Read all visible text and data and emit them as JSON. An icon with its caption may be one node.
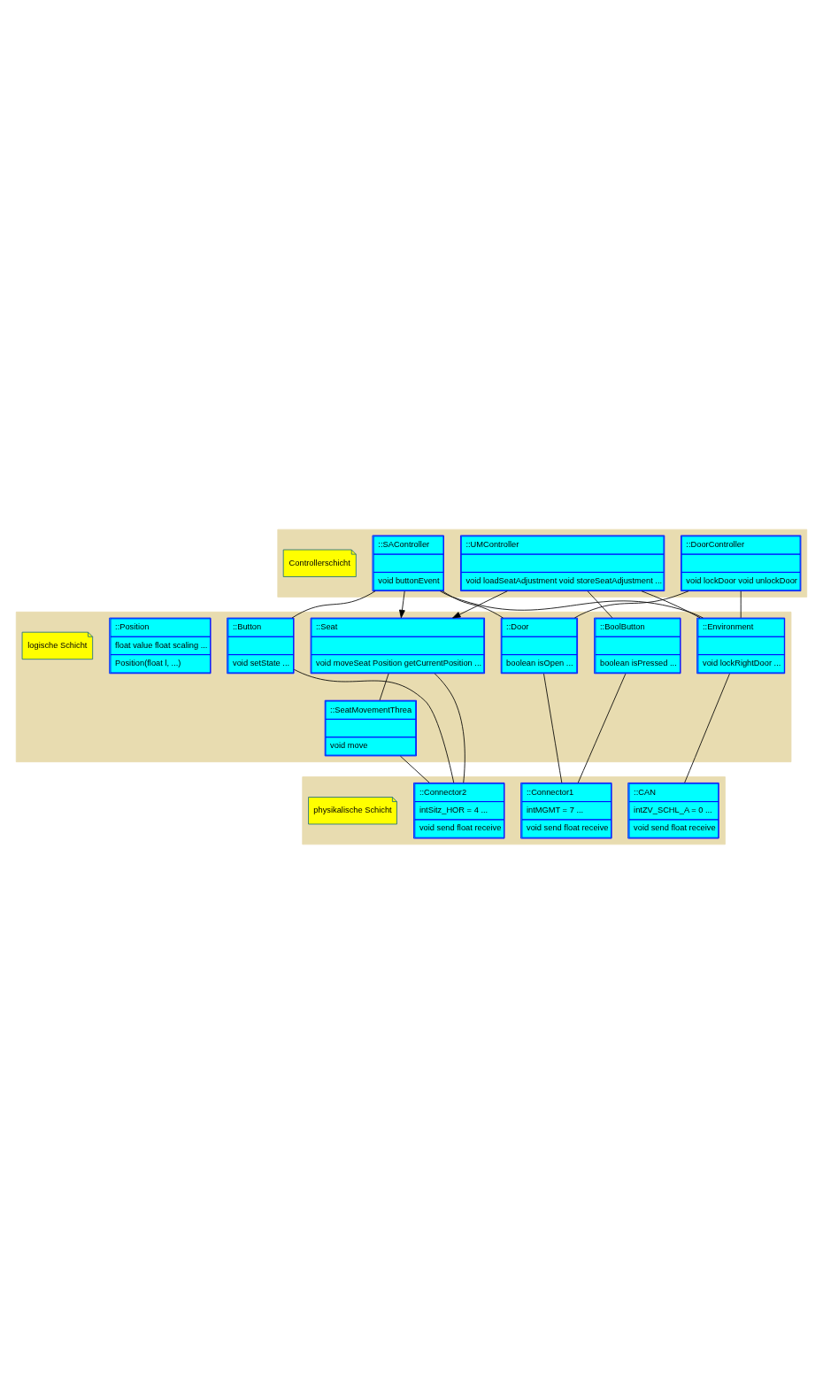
{
  "diagram": {
    "nodes": [
      {
        "text": [],
        "shape": "band"
      },
      {
        "text": [],
        "shape": "band"
      },
      {
        "text": [],
        "shape": "band"
      },
      {
        "text": [
          "::DoorController",
          "void lockDoor void unlockDoor"
        ],
        "in": 0
      },
      {
        "text": [
          "::SAController",
          "void buttonEvent"
        ],
        "in": 0
      },
      {
        "text": [
          "::UMController",
          "void loadSeatAdjustment void storeSeatAdjustment ..."
        ],
        "in": 0
      },
      {
        "text": [
          "Controllerschicht"
        ],
        "in": 0
      },
      {
        "text": [
          "::Door",
          "boolean isOpen ..."
        ],
        "in": 1
      },
      {
        "text": [
          "::Environment",
          "void lockRightDoor ..."
        ],
        "in": 1
      },
      {
        "text": [
          "::Button",
          "void setState ..."
        ],
        "in": 1
      },
      {
        "text": [
          "::Seat",
          "void moveSeat Position getCurrentPosition ..."
        ],
        "in": 1
      },
      {
        "text": [
          "::SeatMovementThrea",
          "void move"
        ],
        "in": 1
      },
      {
        "text": [
          "::BoolButton",
          "boolean isPressed ..."
        ],
        "in": 1
      },
      {
        "text": [
          "::Position",
          "float value float scaling ...",
          "Position(float l, ...)"
        ],
        "in": 1
      },
      {
        "text": [
          "logische Schicht"
        ],
        "in": 1
      },
      {
        "text": [
          "::CAN",
          "intZV_SCHL_A = 0 ...",
          "void send float receive"
        ],
        "in": 2
      },
      {
        "text": [
          "::Connector2",
          "intSitz_HOR = 4 ...",
          "void send float receive"
        ],
        "in": 2
      },
      {
        "text": [
          "::Connector1",
          "intMGMT = 7 ...",
          "void send float receive"
        ],
        "in": 2
      },
      {
        "text": [
          "physikalische Schicht"
        ],
        "in": 2
      }
    ],
    "edges": [
      {
        "from": 3,
        "to": 8,
        "arrow": "none"
      },
      {
        "from": 5,
        "to": 8,
        "arrow": "none"
      },
      {
        "from": 3,
        "to": 7,
        "arrow": "none"
      },
      {
        "from": 4,
        "to": 8,
        "arrow": "none"
      },
      {
        "from": 4,
        "to": 7,
        "arrow": "none"
      },
      {
        "from": 4,
        "to": 9,
        "arrow": "none"
      },
      {
        "from": 4,
        "to": 10,
        "arrow": "to"
      },
      {
        "from": 5,
        "to": 10,
        "arrow": "to"
      },
      {
        "from": 10,
        "to": 16,
        "arrow": "none"
      },
      {
        "from": 10,
        "to": 11,
        "arrow": "none"
      },
      {
        "from": 11,
        "to": 16,
        "arrow": "none"
      },
      {
        "from": 9,
        "to": 16,
        "arrow": "none"
      },
      {
        "from": 5,
        "to": 12,
        "arrow": "none"
      },
      {
        "from": 12,
        "to": 17,
        "arrow": "none"
      },
      {
        "from": 7,
        "to": 17,
        "arrow": "none"
      },
      {
        "from": 8,
        "to": 15,
        "arrow": "none"
      }
    ]
  }
}
